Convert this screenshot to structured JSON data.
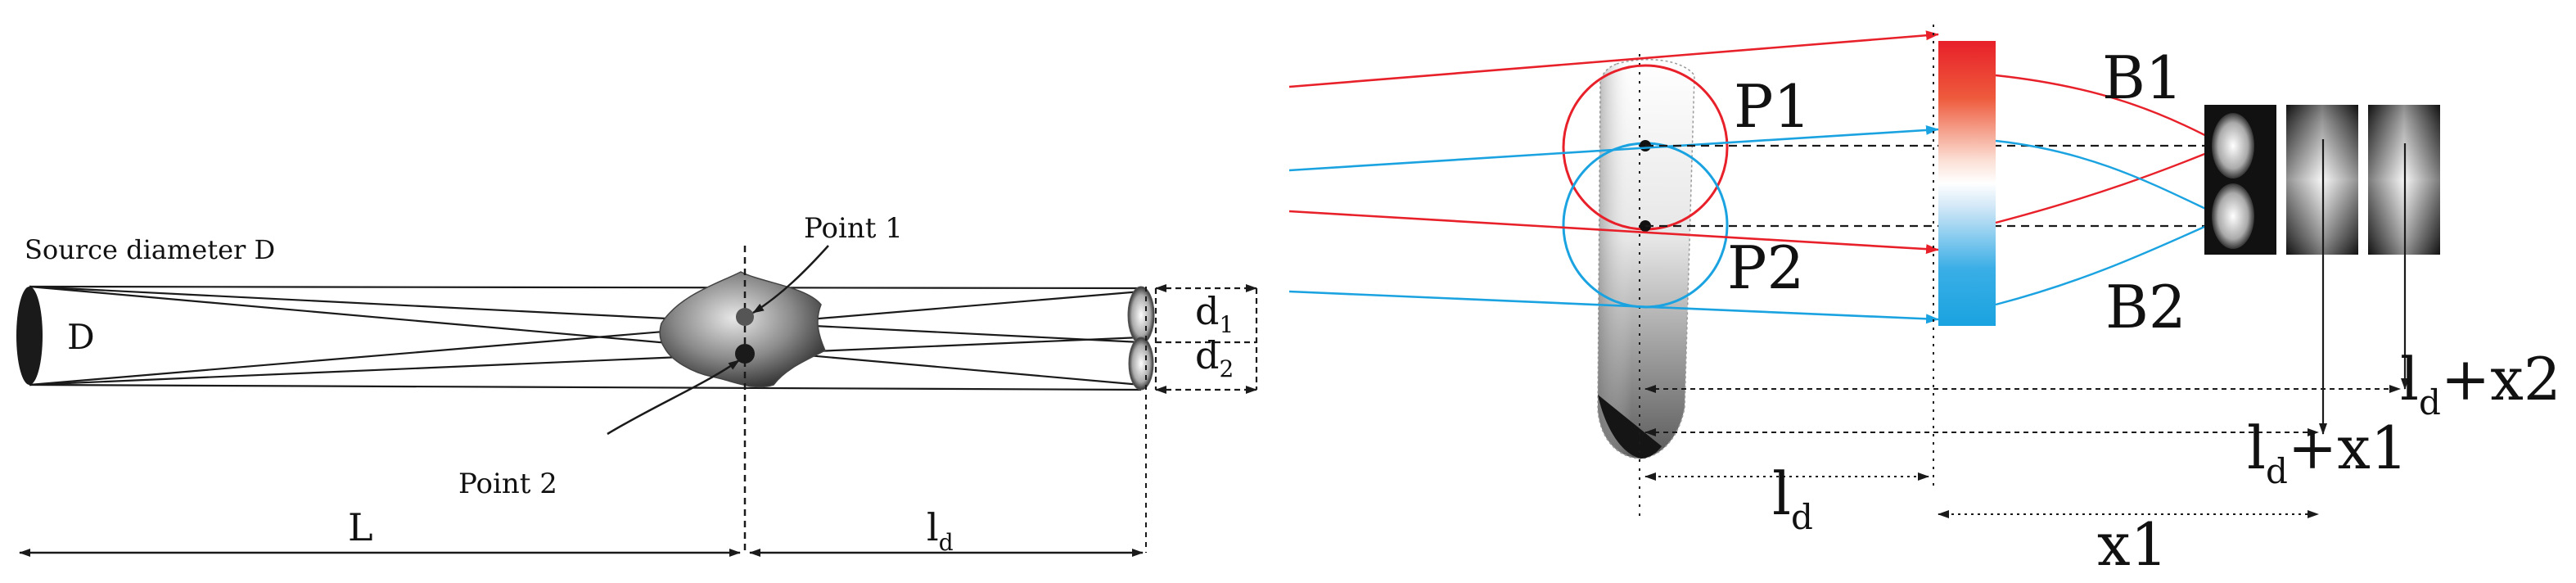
{
  "left_panel": {
    "source_label": "Source diameter D",
    "source_letter": "D",
    "point1_label": "Point 1",
    "point2_label": "Point 2",
    "d1_main": "d",
    "d1_sub": "1",
    "d2_main": "d",
    "d2_sub": "2",
    "L_label": "L",
    "ld_main": "l",
    "ld_sub": "d"
  },
  "right_panel": {
    "P1_label": "P1",
    "P2_label": "P2",
    "B1_label": "B1",
    "B2_label": "B2",
    "ld_main": "l",
    "ld_sub": "d",
    "ldx1_main": "l",
    "ldx1_sub": "d",
    "ldx1_rest": "+x1",
    "ldx2_main": "l",
    "ldx2_sub": "d",
    "ldx2_rest": "+x2",
    "x1_label": "x1"
  },
  "colors": {
    "red_ray": "#e8202a",
    "blue_ray": "#1aa3e0",
    "line": "#1a1a1a"
  }
}
